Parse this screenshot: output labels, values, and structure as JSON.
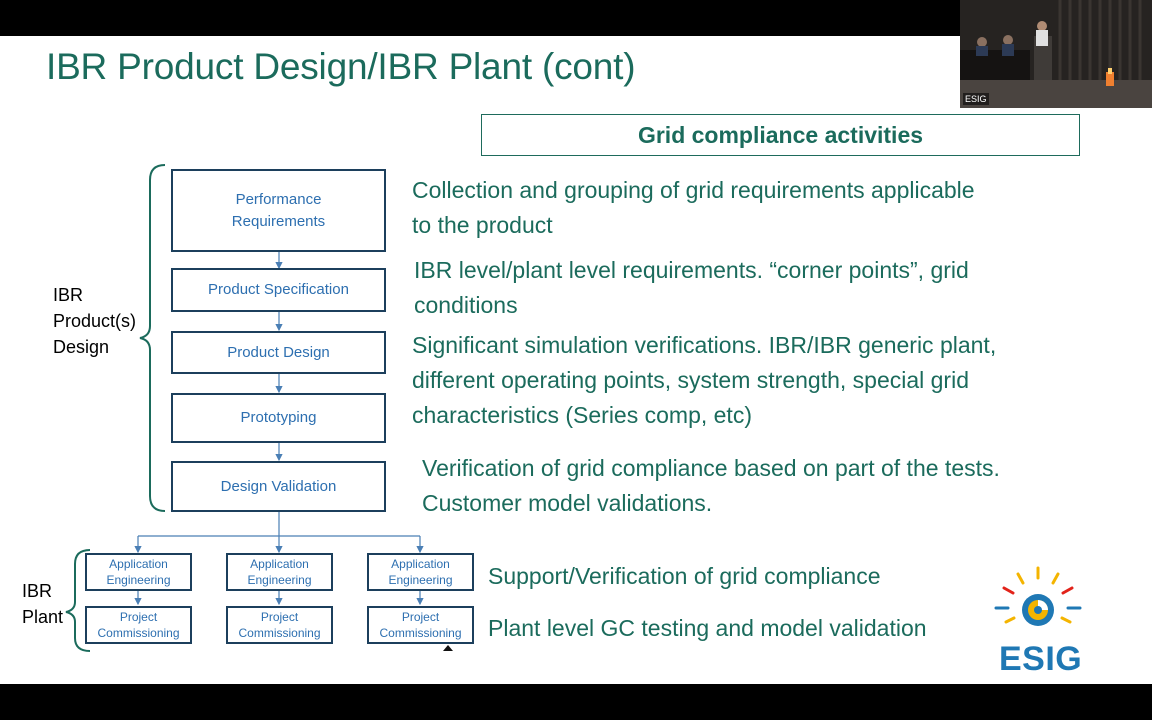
{
  "slide": {
    "title": "IBR Product Design/IBR Plant (cont)",
    "header_box": "Grid compliance activities"
  },
  "flow": {
    "step1": "Performance Requirements",
    "step2": "Product Specification",
    "step3": "Product Design",
    "step4": "Prototyping",
    "step5": "Design Validation",
    "plant_top": [
      "Application Engineering",
      "Application Engineering",
      "Application Engineering"
    ],
    "plant_bottom": [
      "Project Commissioning",
      "Project Commissioning",
      "Project Commissioning"
    ]
  },
  "labels": {
    "product_group": [
      "IBR",
      "Product(s)",
      "Design"
    ],
    "plant_group": [
      "IBR",
      "Plant"
    ]
  },
  "descriptions": {
    "d1": [
      "Collection and grouping of grid requirements applicable",
      "to the product"
    ],
    "d2": [
      "IBR level/plant level requirements. “corner points”, grid",
      "conditions"
    ],
    "d3": [
      "Significant simulation verifications. IBR/IBR generic plant,",
      "different operating points, system strength, special grid",
      "characteristics (Series comp, etc)"
    ],
    "d4": [
      "Verification of grid compliance based on part of the tests.",
      "Customer model validations."
    ],
    "d5": "Support/Verification of grid compliance",
    "d6": "Plant level GC testing and model validation"
  },
  "webcam": {
    "tag": "ESIG"
  },
  "logo": {
    "text": "ESIG"
  },
  "colors": {
    "title_green": "#1b6b5c",
    "box_text_blue": "#2d6fb0",
    "box_border": "#1c3f5c",
    "logo_blue": "#1f78b4",
    "logo_yellow": "#f4b400",
    "logo_red": "#e2231a"
  }
}
